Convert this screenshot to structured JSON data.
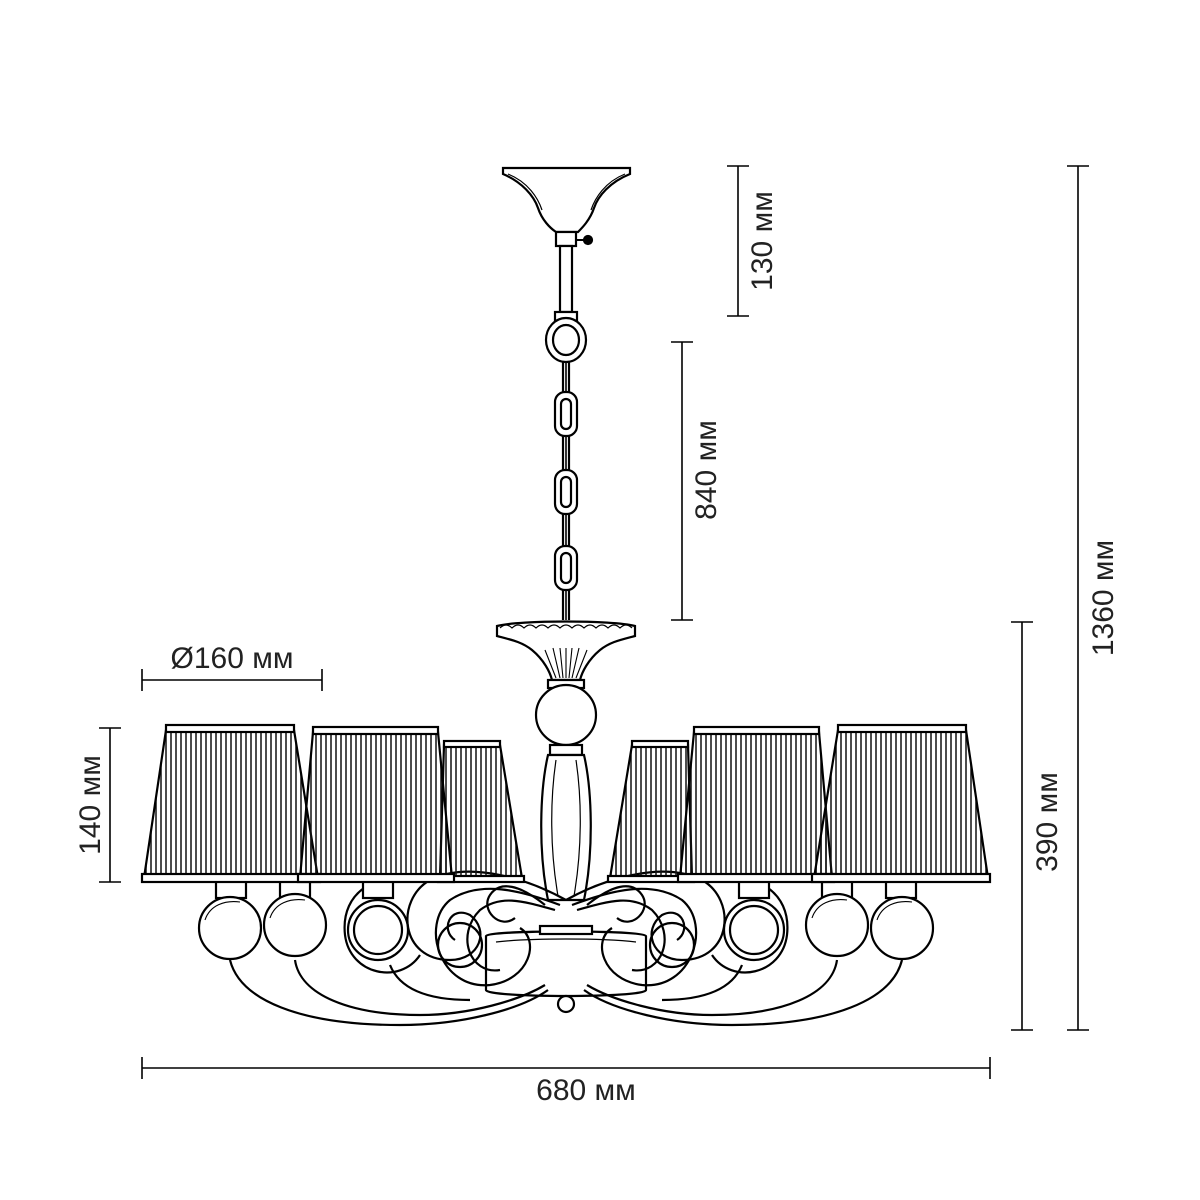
{
  "dimensions": {
    "canopy_height": "130 мм",
    "chain_length": "840 мм",
    "total_height": "1360 мм",
    "body_height": "390 мм",
    "shade_height": "140 мм",
    "shade_diameter": "Ø160 мм",
    "total_width": "680 мм"
  },
  "colors": {
    "line": "#000000",
    "background": "#ffffff"
  }
}
